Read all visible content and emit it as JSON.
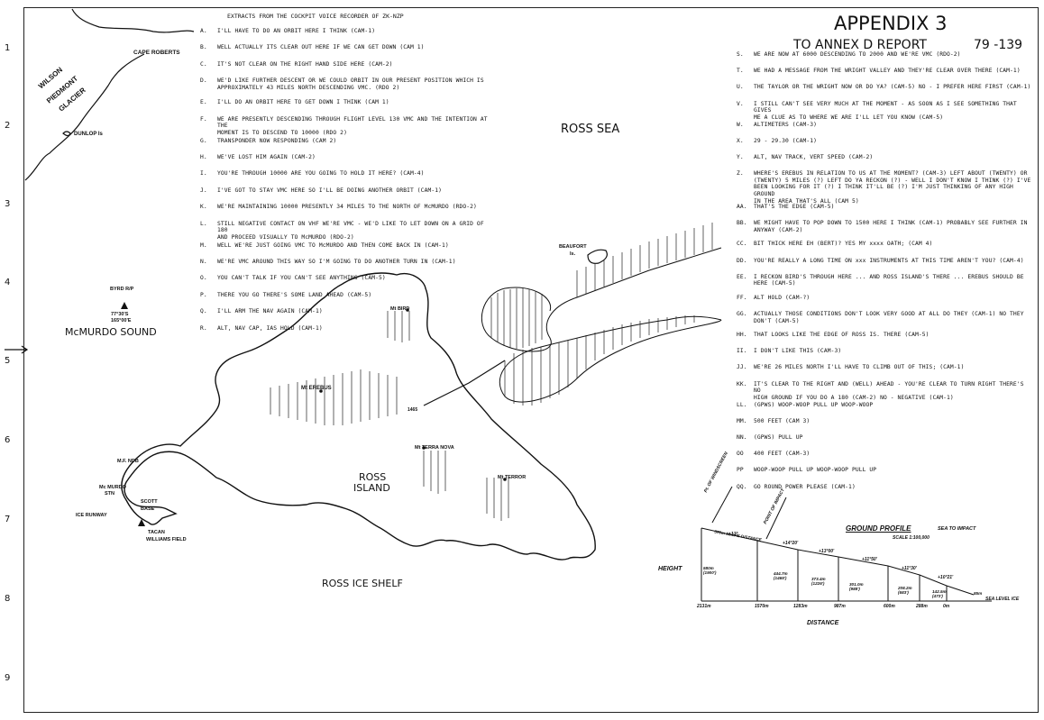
{
  "appendix": {
    "title": "APPENDIX     3",
    "subtitle": "TO   ANNEX  D  REPORT",
    "report_no": "79 -139"
  },
  "extract_heading": "EXTRACTS FROM THE COCKPIT VOICE RECORDER OF ZK-NZP",
  "row_numbers": [
    "1",
    "2",
    "3",
    "4",
    "5",
    "6",
    "7",
    "8",
    "9"
  ],
  "transcript_left": [
    {
      "key": "A.",
      "text": "I'LL HAVE TO DO AN ORBIT HERE I THINK (CAM-1)"
    },
    {
      "key": "B.",
      "text": "WELL ACTUALLY ITS CLEAR OUT HERE IF WE CAN GET DOWN (CAM 1)"
    },
    {
      "key": "C.",
      "text": "IT'S NOT CLEAR ON THE RIGHT HAND SIDE HERE (CAM-2)"
    },
    {
      "key": "D.",
      "text": "WE'D LIKE FURTHER DESCENT OR WE COULD ORBIT IN OUR PRESENT POSITION WHICH IS\nAPPROXIMATELY 43 MILES NORTH DESCENDING VMC. (RDO 2)"
    },
    {
      "key": "E.",
      "text": "I'LL DO AN ORBIT HERE TO GET DOWN I THINK (CAM 1)"
    },
    {
      "key": "F.",
      "text": "WE ARE PRESENTLY DESCENDING THROUGH FLIGHT LEVEL 130 VMC AND THE INTENTION AT THE\nMOMENT IS TO DESCEND TO 10000 (RDO 2)"
    },
    {
      "key": "G.",
      "text": "TRANSPONDER NOW RESPONDING (CAM 2)"
    },
    {
      "key": "H.",
      "text": "WE'VE LOST HIM AGAIN (CAM-2)"
    },
    {
      "key": "I.",
      "text": "YOU'RE THROUGH 10000 ARE YOU GOING TO HOLD IT HERE? (CAM-4)"
    },
    {
      "key": "J.",
      "text": "I'VE GOT TO STAY VMC HERE SO I'LL BE DOING ANOTHER ORBIT (CAM-1)"
    },
    {
      "key": "K.",
      "text": "WE'RE MAINTAINING 10000 PRESENTLY 34 MILES TO THE NORTH OF McMURDO (RDO-2)"
    },
    {
      "key": "L.",
      "text": "STILL NEGATIVE CONTACT ON VHF WE'RE VMC - WE'D LIKE TO LET DOWN ON A GRID OF 180\nAND PROCEED VISUALLY TO McMURDO (RDO-2)"
    },
    {
      "key": "M.",
      "text": "WELL WE'RE JUST GOING VMC TO McMURDO AND THEN COME BACK IN (CAM-1)"
    },
    {
      "key": "N.",
      "text": "WE'RE VMC AROUND THIS WAY SO I'M GOING TO DO ANOTHER TURN IN (CAM-1)"
    },
    {
      "key": "O.",
      "text": "YOU CAN'T TALK IF YOU CAN'T SEE ANYTHING (CAM-5)"
    },
    {
      "key": "P.",
      "text": "THERE YOU GO THERE'S SOME LAND AHEAD (CAM-5)"
    },
    {
      "key": "Q.",
      "text": "I'LL ARM THE NAV AGAIN (CAM-1)"
    },
    {
      "key": "R.",
      "text": "ALT, NAV CAP, IAS HOLD (CAM-1)"
    }
  ],
  "transcript_right": [
    {
      "key": "S.",
      "text": "WE ARE NOW AT 6000 DESCENDING TO 2000 AND WE'RE VMC (RDO-2)"
    },
    {
      "key": "T.",
      "text": "WE HAD A MESSAGE FROM THE WRIGHT VALLEY AND THEY'RE CLEAR OVER THERE (CAM-1)"
    },
    {
      "key": "U.",
      "text": "THE TAYLOR OR THE WRIGHT NOW OR DO YA? (CAM-5) NO - I PREFER HERE FIRST (CAM-1)"
    },
    {
      "key": "V.",
      "text": "I STILL CAN'T SEE VERY MUCH AT THE MOMENT - AS SOON AS I SEE SOMETHING THAT GIVES\nME A CLUE AS TO WHERE WE ARE I'LL LET YOU KNOW (CAM-5)"
    },
    {
      "key": "W.",
      "text": "ALTIMETERS (CAM-3)"
    },
    {
      "key": "X.",
      "text": "29 - 29.30 (CAM-1)"
    },
    {
      "key": "Y.",
      "text": "ALT, NAV TRACK, VERT SPEED (CAM-2)"
    },
    {
      "key": "Z.",
      "text": "WHERE'S EREBUS IN RELATION TO US AT THE MOMENT? (CAM-3) LEFT ABOUT (TWENTY) OR\n(TWENTY) 5 MILES (?) LEFT DO YA RECKON (?) - WELL I DON'T KNOW I THINK (?) I'VE\nBEEN LOOKING FOR IT (?) I THINK IT'LL BE (?) I'M JUST THINKING OF ANY HIGH GROUND\nIN THE AREA THAT'S ALL (CAM 5)"
    },
    {
      "key": "AA.",
      "text": "THAT'S THE EDGE (CAM-5)"
    },
    {
      "key": "BB.",
      "text": "WE MIGHT HAVE TO POP DOWN TO 1500 HERE I THINK (CAM-1) PROBABLY SEE FURTHER IN\nANYWAY (CAM-2)"
    },
    {
      "key": "CC.",
      "text": "BIT THICK HERE EH (BERT)? YES MY xxxx OATH; (CAM 4)"
    },
    {
      "key": "DD.",
      "text": "YOU'RE REALLY A LONG TIME ON xxx INSTRUMENTS AT THIS TIME AREN'T YOU? (CAM-4)"
    },
    {
      "key": "EE.",
      "text": "I RECKON BIRD'S THROUGH HERE ... AND ROSS ISLAND'S THERE ... EREBUS SHOULD BE\nHERE (CAM-5)"
    },
    {
      "key": "FF.",
      "text": "ALT HOLD (CAM-?)"
    },
    {
      "key": "GG.",
      "text": "ACTUALLY THOSE CONDITIONS DON'T LOOK VERY GOOD AT ALL DO THEY (CAM-1) NO THEY\nDON'T (CAM-5)"
    },
    {
      "key": "HH.",
      "text": "THAT LOOKS LIKE THE EDGE OF ROSS IS. THERE (CAM-5)"
    },
    {
      "key": "II.",
      "text": "I DON'T LIKE THIS (CAM-3)"
    },
    {
      "key": "JJ.",
      "text": "WE'RE 26 MILES NORTH I'LL HAVE TO CLIMB OUT OF THIS; (CAM-1)"
    },
    {
      "key": "KK.",
      "text": "IT'S CLEAR TO THE RIGHT AND (WELL) AHEAD - YOU'RE CLEAR TO TURN RIGHT THERE'S NO\nHIGH GROUND IF YOU DO A 180 (CAM-2) NO - NEGATIVE (CAM-1)"
    },
    {
      "key": "LL.",
      "text": "(GPWS) WOOP-WOOP PULL UP WOOP-WOOP"
    },
    {
      "key": "MM.",
      "text": "500 FEET (CAM 3)"
    },
    {
      "key": "NN.",
      "text": "(GPWS) PULL UP"
    },
    {
      "key": "OO",
      "text": "400 FEET (CAM-3)"
    },
    {
      "key": "PP",
      "text": "WOOP-WOOP PULL UP WOOP-WOOP PULL UP"
    },
    {
      "key": "QQ.",
      "text": "GO ROUND POWER PLEASE (CAM-1)"
    }
  ],
  "map_labels": {
    "cape_roberts": "CAPE ROBERTS",
    "wilson": "WILSON",
    "piedmont": "PIEDMONT",
    "glacier": "GLACIER",
    "dunlop": "DUNLOP Is",
    "ross_sea": "ROSS   SEA",
    "beaufort": "BEAUFORT",
    "beaufort_is": "Is.",
    "byrd": "BYRD R/P",
    "byrd_lat": "77°30'S",
    "byrd_lon": "165°00'E",
    "mcmurdo_sound": "McMURDO   SOUND",
    "mt_bird": "Mt BIRD",
    "mt_erebus": "Mt EREBUS",
    "mt_terra_nova": "Mt TERRA NOVA",
    "mt_terror": "Mt TERROR",
    "ross": "ROSS",
    "island": "ISLAND",
    "mf_ndb": "M.F. NDB",
    "mcmurdo": "Mc MURDO",
    "stn": "STN",
    "scott": "SCOTT",
    "base": "BASE",
    "ice_runway": "ICE RUNWAY",
    "tacan": "TACAN",
    "williams": "WILLIAMS FIELD",
    "ross_ice_shelf": "ROSS   ICE   SHELF",
    "impact_alt": "1465"
  },
  "profile": {
    "title": "GROUND   PROFILE",
    "subtitle": "SEA  TO  IMPACT",
    "scale": "SCALE  1:100,000",
    "height_label": "HEIGHT",
    "distance_label": "DISTANCE",
    "sea_level": "SEA LEVEL ICE",
    "point_of_windscreen": "Pt. OF WINDSCREEN",
    "point_of_impact": "POINT OF IMPACT",
    "slope_distance": "570m SLOPE DISTANCE",
    "slopes": [
      "+13°",
      "+14°20'",
      "+13°00'",
      "+11°50'",
      "+11°30'",
      "+10°21'"
    ],
    "heights": [
      "580m\n(1900')",
      "444.7m\n(1465')",
      "373.4m\n(1226')",
      "301.0m\n(988')",
      "208.2m\n(683')",
      "142.5m\n(473')",
      "85m"
    ],
    "distances": [
      "2131m",
      "1570m",
      "1283m",
      "987m",
      "600m",
      "288m",
      "0m"
    ]
  }
}
